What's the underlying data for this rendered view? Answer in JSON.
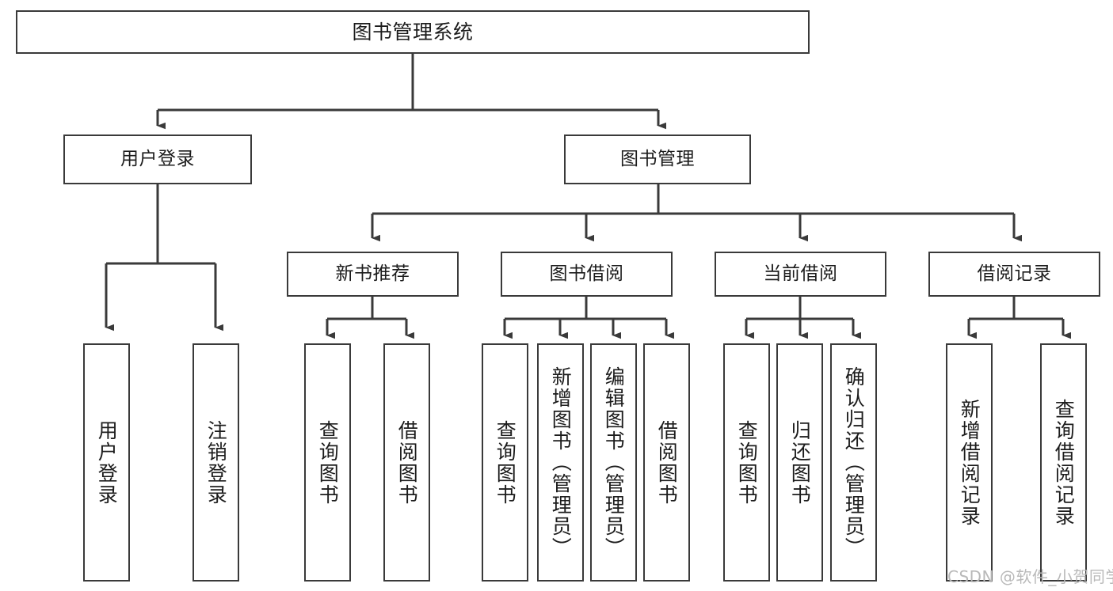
{
  "diagram": {
    "title": "图书管理系统",
    "watermark": "CSDN @软件_小贺同学",
    "line_color": "#3a3a3a",
    "box_border_color": "#3a3a3a",
    "background": "#ffffff",
    "nodes": {
      "root": {
        "label": "图书管理系统"
      },
      "level1": [
        {
          "label": "用户登录"
        },
        {
          "label": "图书管理"
        }
      ],
      "level2": [
        {
          "label": "新书推荐"
        },
        {
          "label": "图书借阅"
        },
        {
          "label": "当前借阅"
        },
        {
          "label": "借阅记录"
        }
      ],
      "leaves": {
        "user_login": [
          {
            "label": "用户登录"
          },
          {
            "label": "注销登录"
          }
        ],
        "new_book": [
          {
            "label": "查询图书"
          },
          {
            "label": "借阅图书"
          }
        ],
        "book_borrow": [
          {
            "label": "查询图书"
          },
          {
            "label": "新增图书（管理员）"
          },
          {
            "label": "编辑图书（管理员）"
          },
          {
            "label": "借阅图书"
          }
        ],
        "current_borrow": [
          {
            "label": "查询图书"
          },
          {
            "label": "归还图书"
          },
          {
            "label": "确认归还（管理员）"
          }
        ],
        "borrow_record": [
          {
            "label": "新增借阅记录"
          },
          {
            "label": "查询借阅记录"
          }
        ]
      }
    }
  }
}
